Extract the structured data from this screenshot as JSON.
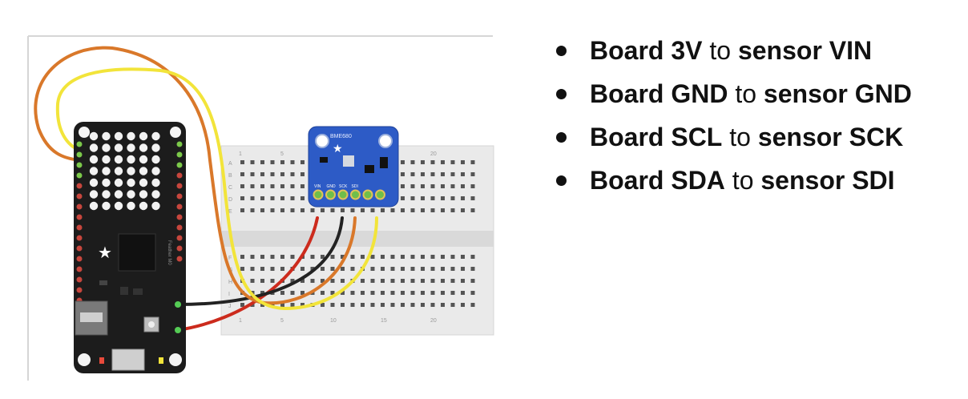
{
  "figure": {
    "board_name": "Feather M0",
    "sensor_name": "BME680",
    "sensor_pin_labels": [
      "VIN",
      "GND",
      "SCK",
      "SDI"
    ],
    "breadboard_row_letters": [
      "A",
      "B",
      "C",
      "D",
      "E",
      "F",
      "G",
      "H",
      "I",
      "J"
    ],
    "breadboard_column_numbers": [
      "1",
      "5",
      "10",
      "15",
      "20"
    ],
    "wire_colors": {
      "power": "#cc2b1d",
      "ground": "#222222",
      "scl": "#d9782a",
      "sda": "#f2e43a",
      "header_loop_orange": "#d9782a",
      "header_loop_yellow": "#f2e43a"
    },
    "board_color": "#1c1c1c",
    "sensor_color": "#2d5bc6",
    "breadboard_color": "#e9e9e9"
  },
  "connections": [
    {
      "pre": "Board",
      "board_pin": "3V",
      "mid": "to",
      "post": "sensor",
      "sensor_pin": "VIN"
    },
    {
      "pre": "Board",
      "board_pin": "GND",
      "mid": "to",
      "post": "sensor",
      "sensor_pin": "GND"
    },
    {
      "pre": "Board",
      "board_pin": "SCL",
      "mid": "to",
      "post": "sensor",
      "sensor_pin": "SCK"
    },
    {
      "pre": "Board",
      "board_pin": "SDA",
      "mid": "to",
      "post": "sensor",
      "sensor_pin": "SDI"
    }
  ]
}
